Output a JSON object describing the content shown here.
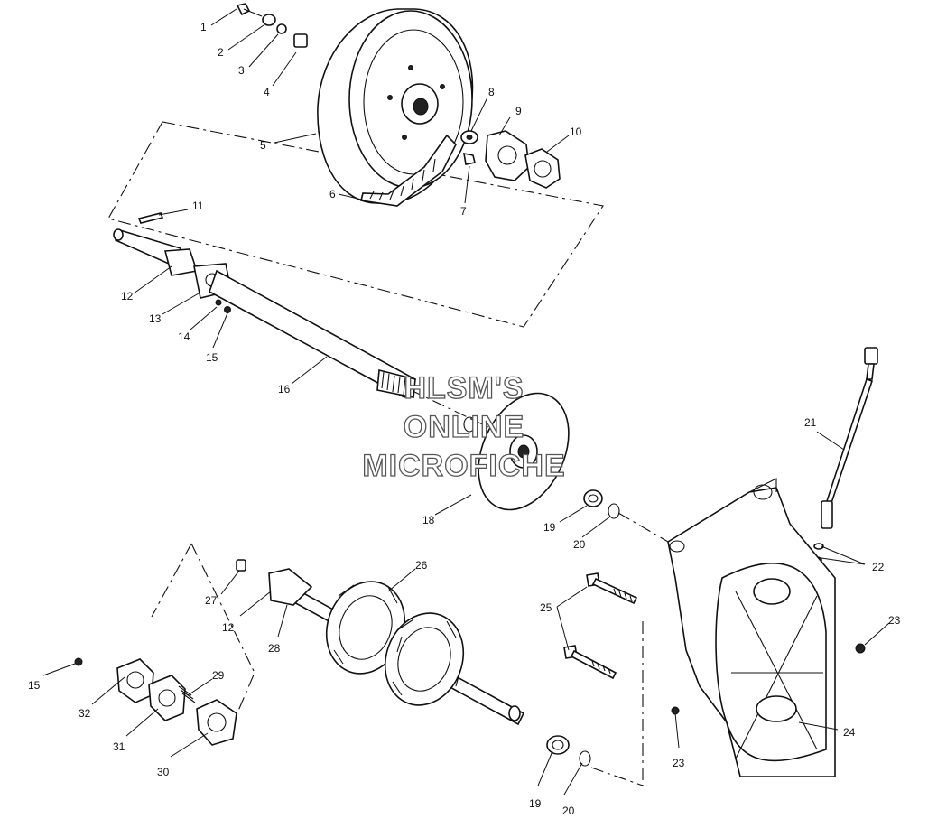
{
  "watermark": {
    "line1": "HLSM'S",
    "line2": "ONLINE",
    "line3": "MICROFICHE"
  },
  "callouts": [
    {
      "id": "1",
      "label": "1"
    },
    {
      "id": "2",
      "label": "2"
    },
    {
      "id": "3",
      "label": "3"
    },
    {
      "id": "4",
      "label": "4"
    },
    {
      "id": "5",
      "label": "5"
    },
    {
      "id": "6",
      "label": "6"
    },
    {
      "id": "7",
      "label": "7"
    },
    {
      "id": "8",
      "label": "8"
    },
    {
      "id": "9",
      "label": "9"
    },
    {
      "id": "10",
      "label": "10"
    },
    {
      "id": "11",
      "label": "11"
    },
    {
      "id": "12a",
      "label": "12"
    },
    {
      "id": "13",
      "label": "13"
    },
    {
      "id": "14",
      "label": "14"
    },
    {
      "id": "15a",
      "label": "15"
    },
    {
      "id": "16",
      "label": "16"
    },
    {
      "id": "18",
      "label": "18"
    },
    {
      "id": "19a",
      "label": "19"
    },
    {
      "id": "20a",
      "label": "20"
    },
    {
      "id": "21",
      "label": "21"
    },
    {
      "id": "22",
      "label": "22"
    },
    {
      "id": "23a",
      "label": "23"
    },
    {
      "id": "24",
      "label": "24"
    },
    {
      "id": "25",
      "label": "25"
    },
    {
      "id": "26",
      "label": "26"
    },
    {
      "id": "27",
      "label": "27"
    },
    {
      "id": "12b",
      "label": "12"
    },
    {
      "id": "28",
      "label": "28"
    },
    {
      "id": "29",
      "label": "29"
    },
    {
      "id": "15b",
      "label": "15"
    },
    {
      "id": "32",
      "label": "32"
    },
    {
      "id": "31",
      "label": "31"
    },
    {
      "id": "30",
      "label": "30"
    },
    {
      "id": "23b",
      "label": "23"
    },
    {
      "id": "19b",
      "label": "19"
    },
    {
      "id": "20b",
      "label": "20"
    }
  ]
}
